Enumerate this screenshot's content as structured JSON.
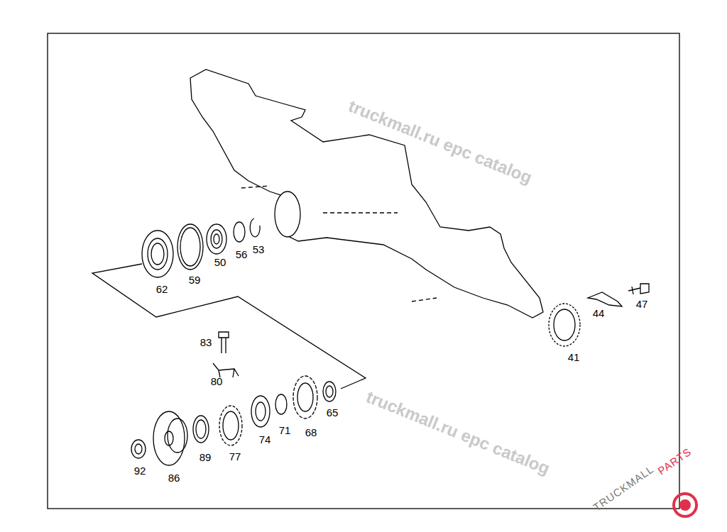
{
  "diagram": {
    "labels": [
      "62",
      "59",
      "50",
      "56",
      "53",
      "41",
      "44",
      "47",
      "83",
      "80",
      "92",
      "86",
      "89",
      "77",
      "74",
      "71",
      "68",
      "65",
      "truckmall.ru epc catalog",
      "truckmall.ru epc catalog",
      "TRUCKMALL",
      "PARTS"
    ]
  }
}
